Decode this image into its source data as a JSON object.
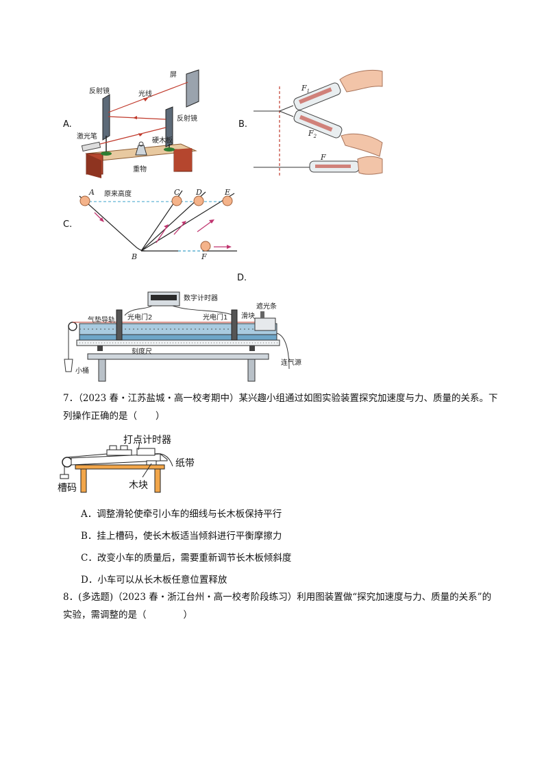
{
  "options": {
    "a": "A.",
    "b": "B.",
    "c": "C.",
    "d": "D."
  },
  "fig_a": {
    "screen": "屏",
    "mirror1": "反射镜",
    "mirror2": "反射镜",
    "light": "光线",
    "laser": "激光笔",
    "board": "硬木板",
    "weight": "重物"
  },
  "fig_b": {
    "f1_main": "F",
    "f1_sub": "1",
    "f2_main": "F",
    "f2_sub": "2",
    "f": "F"
  },
  "fig_c": {
    "a": "A",
    "orig": "原来高度",
    "c": "C",
    "d": "D",
    "e": "E",
    "b": "B",
    "f": "F"
  },
  "fig_d": {
    "timer": "数字计时器",
    "shutter": "遮光条",
    "rail": "气垫导轨",
    "gate2": "光电门2",
    "gate1": "光电门1",
    "slider": "滑块",
    "ruler": "刻度尺",
    "air": "连气源",
    "bucket": "小桶"
  },
  "q7": {
    "line1": "7．（2023 春・江苏盐城・高一校考期中）某兴趣小组通过如图实验装置探究加速度与力、质量的关系。下",
    "line2": "列操作正确的是（　　）",
    "fig": {
      "timer": "打点计时器",
      "tape": "纸带",
      "weights": "槽码",
      "block": "木块"
    },
    "opt_a": "A．调整滑轮使牵引小车的细线与长木板保持平行",
    "opt_b": "B．挂上槽码，使长木板适当倾斜进行平衡摩擦力",
    "opt_c": "C．改变小车的质量后，需要重新调节长木板倾斜度",
    "opt_d": "D．小车可以从长木板任意位置释放"
  },
  "q8": {
    "line1": "8．(多选题)（2023 春・浙江台州・高一校考阶段练习）利用图装置做“探究加速度与力、质量的关系”的",
    "line2": "实验，需调整的是（　　　　）"
  },
  "colors": {
    "arrow": "#c0392b",
    "dashed": "#3aa0c8",
    "wood": "#b5462e",
    "rail": "#6ea6c8",
    "ball": "#f4b38a"
  }
}
